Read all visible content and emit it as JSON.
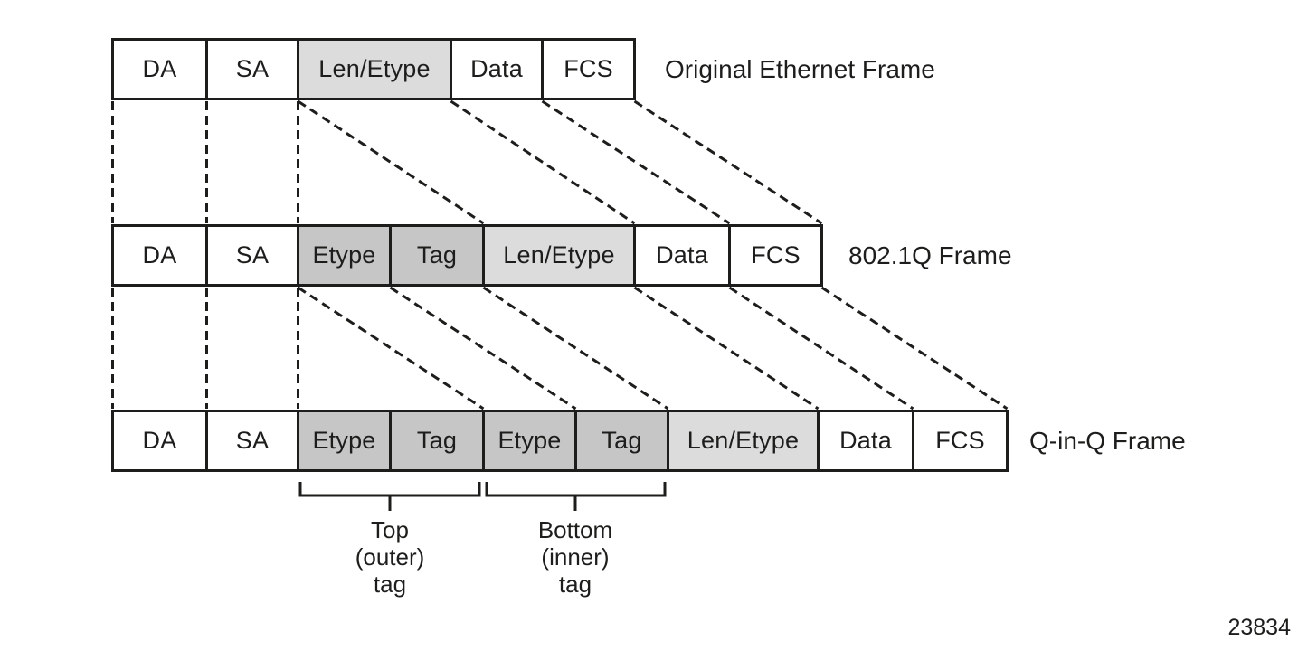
{
  "figure": {
    "number": "23834"
  },
  "colors": {
    "light_gray": "#dcdcdc",
    "mid_gray": "#c6c6c6",
    "line": "#1d1d1b"
  },
  "frames": [
    {
      "name": "Original Ethernet Frame",
      "fields": [
        "DA",
        "SA",
        "Len/Etype",
        "Data",
        "FCS"
      ]
    },
    {
      "name": "802.1Q Frame",
      "fields": [
        "DA",
        "SA",
        "Etype",
        "Tag",
        "Len/Etype",
        "Data",
        "FCS"
      ]
    },
    {
      "name": "Q-in-Q Frame",
      "fields": [
        "DA",
        "SA",
        "Etype",
        "Tag",
        "Etype",
        "Tag",
        "Len/Etype",
        "Data",
        "FCS"
      ]
    }
  ],
  "tag_annotations": [
    {
      "lines": [
        "Top",
        "(outer)",
        "tag"
      ]
    },
    {
      "lines": [
        "Bottom",
        "(inner)",
        "tag"
      ]
    }
  ]
}
